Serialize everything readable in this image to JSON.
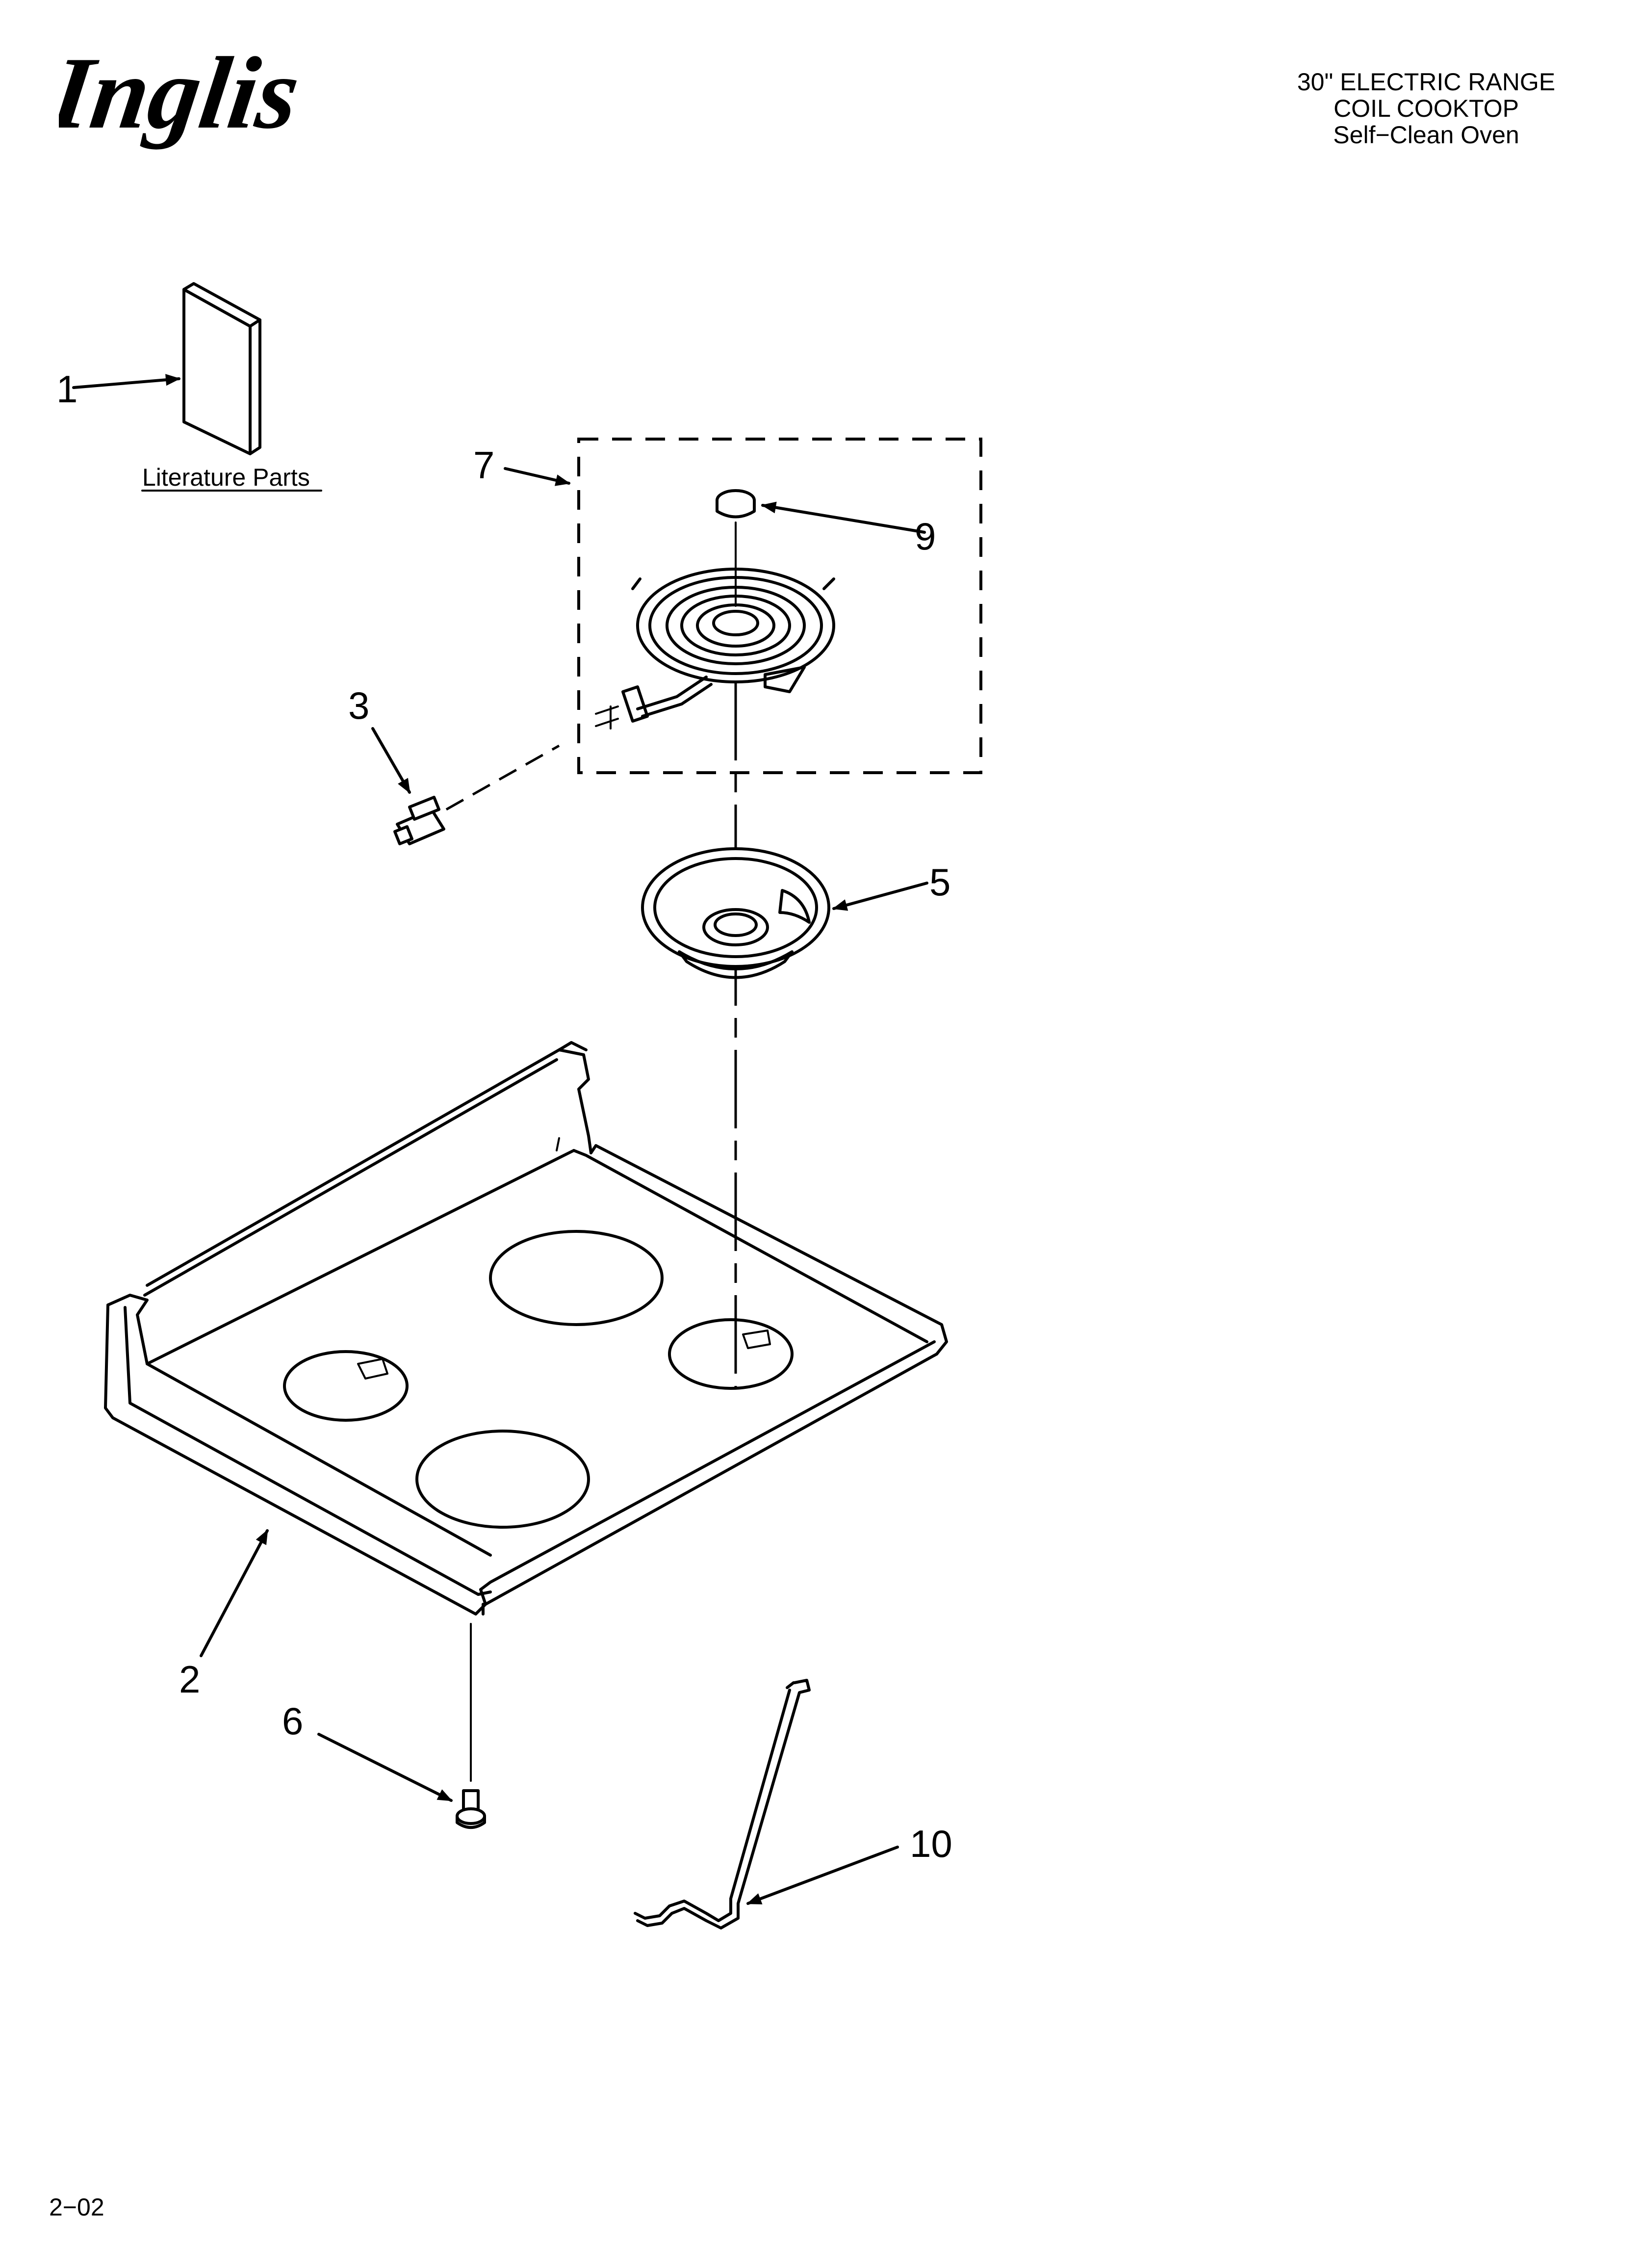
{
  "brand": {
    "logo_text": "Inglis"
  },
  "header": {
    "line1": "30\" ELECTRIC RANGE",
    "line2": "COIL COOKTOP",
    "line3": "Self−Clean Oven"
  },
  "parts": {
    "p1": "1",
    "p2": "2",
    "p3": "3",
    "p5": "5",
    "p6": "6",
    "p7": "7",
    "p9": "9",
    "p10": "10",
    "literature_caption": "Literature Parts"
  },
  "footer": {
    "code": "2−02"
  }
}
